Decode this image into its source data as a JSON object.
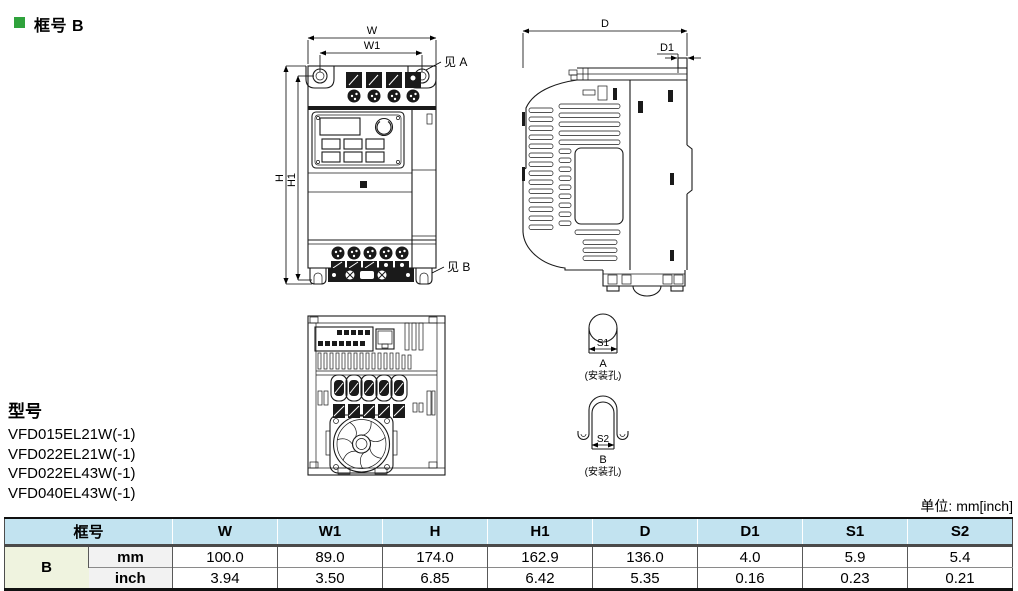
{
  "page": {
    "title": "框号 B",
    "unit_note": "单位: mm[inch]",
    "accent_green": "#2FA23C",
    "table_header_bg": "#C2E3F0",
    "frame_cell_bg": "#EFF3DF",
    "unit_cell_bg": "#F2F2F2"
  },
  "models": {
    "heading": "型号",
    "items": [
      "VFD015EL21W(-1)",
      "VFD022EL21W(-1)",
      "VFD022EL43W(-1)",
      "VFD040EL43W(-1)"
    ]
  },
  "drawings": {
    "front_view": {
      "dim_w": "W",
      "dim_w1": "W1",
      "dim_h": "H",
      "dim_h1": "H1",
      "see_a": "见 A",
      "see_b": "见 B"
    },
    "side_view": {
      "dim_d": "D",
      "dim_d1": "D1"
    },
    "mount_hole_a": {
      "dim": "S1",
      "label": "A",
      "caption": "(安装孔)"
    },
    "mount_hole_b": {
      "dim": "S2",
      "label": "B",
      "caption": "(安装孔)"
    }
  },
  "table": {
    "frame_col_header": "框号",
    "columns": [
      "W",
      "W1",
      "H",
      "H1",
      "D",
      "D1",
      "S1",
      "S2"
    ],
    "frame_label": "B",
    "rows": [
      {
        "unit": "mm",
        "values": [
          "100.0",
          "89.0",
          "174.0",
          "162.9",
          "136.0",
          "4.0",
          "5.9",
          "5.4"
        ]
      },
      {
        "unit": "inch",
        "values": [
          "3.94",
          "3.50",
          "6.85",
          "6.42",
          "5.35",
          "0.16",
          "0.23",
          "0.21"
        ]
      }
    ]
  }
}
